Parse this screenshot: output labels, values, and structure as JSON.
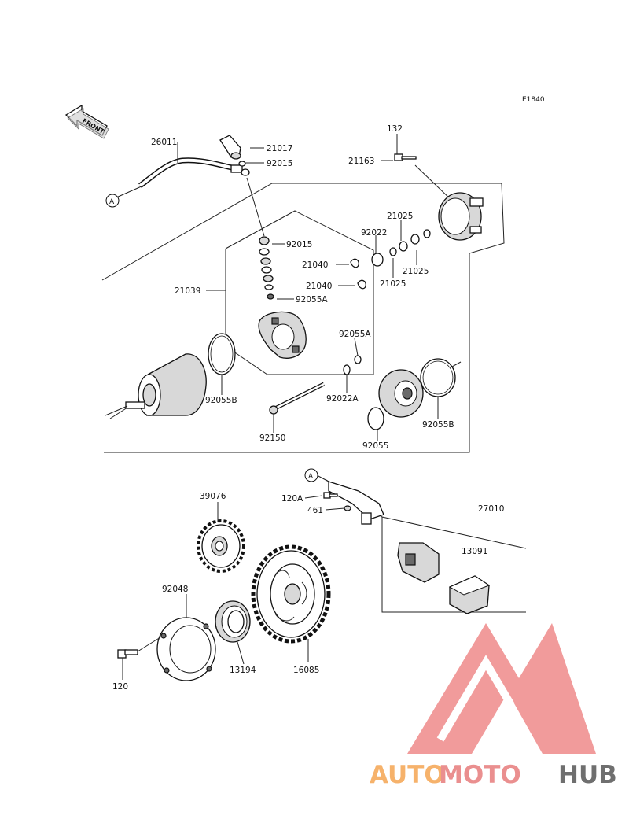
{
  "diagram": {
    "code": "E1840",
    "front_label": "FRONT",
    "ref_marker": "A",
    "parts": [
      {
        "id": "p-26011",
        "label": "26011"
      },
      {
        "id": "p-21017",
        "label": "21017"
      },
      {
        "id": "p-92015a",
        "label": "92015"
      },
      {
        "id": "p-132",
        "label": "132"
      },
      {
        "id": "p-21163",
        "label": "21163"
      },
      {
        "id": "p-21025a",
        "label": "21025"
      },
      {
        "id": "p-92022",
        "label": "92022"
      },
      {
        "id": "p-92015b",
        "label": "92015"
      },
      {
        "id": "p-21040a",
        "label": "21040"
      },
      {
        "id": "p-21025b",
        "label": "21025"
      },
      {
        "id": "p-21025c",
        "label": "21025"
      },
      {
        "id": "p-21039",
        "label": "21039"
      },
      {
        "id": "p-21040b",
        "label": "21040"
      },
      {
        "id": "p-92055a1",
        "label": "92055A"
      },
      {
        "id": "p-92055a2",
        "label": "92055A"
      },
      {
        "id": "p-92055b1",
        "label": "92055B"
      },
      {
        "id": "p-92022a",
        "label": "92022A"
      },
      {
        "id": "p-92055b2",
        "label": "92055B"
      },
      {
        "id": "p-92150",
        "label": "92150"
      },
      {
        "id": "p-92055",
        "label": "92055"
      },
      {
        "id": "p-120a",
        "label": "120A"
      },
      {
        "id": "p-27010",
        "label": "27010"
      },
      {
        "id": "p-461",
        "label": "461"
      },
      {
        "id": "p-39076",
        "label": "39076"
      },
      {
        "id": "p-13091",
        "label": "13091"
      },
      {
        "id": "p-92048",
        "label": "92048"
      },
      {
        "id": "p-120",
        "label": "120"
      },
      {
        "id": "p-13194",
        "label": "13194"
      },
      {
        "id": "p-16085",
        "label": "16085"
      }
    ]
  },
  "watermark": {
    "text_part1": "AUTO",
    "text_part2": "MOTO",
    "text_part3": "HUB",
    "colors": {
      "part1": "#f6b26b",
      "part2": "#ea8f8f",
      "part3": "#6f6f6f",
      "logo": "#ef8a8a"
    }
  }
}
